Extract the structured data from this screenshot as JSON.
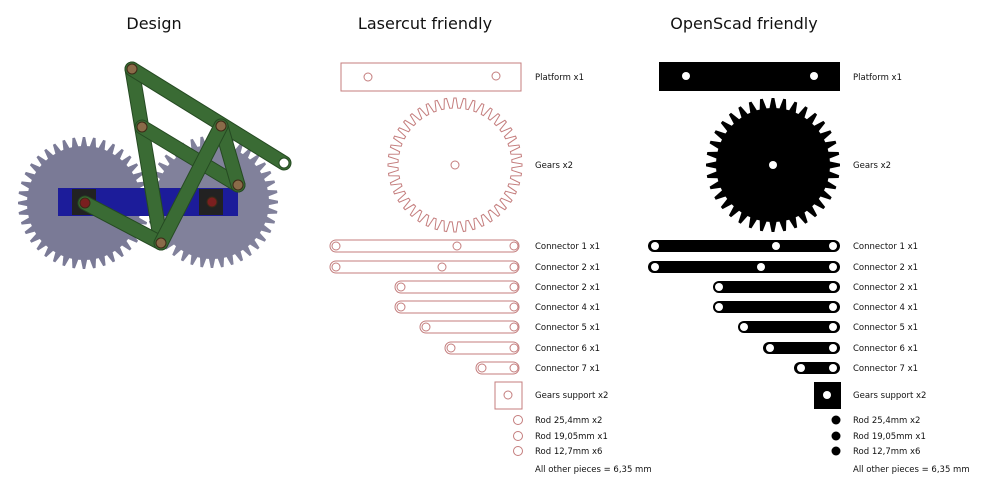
{
  "columns": {
    "design": {
      "title": "Design"
    },
    "lasercut": {
      "title": "Lasercut friendly"
    },
    "openscad": {
      "title": "OpenScad friendly"
    }
  },
  "parts": [
    {
      "key": "platform",
      "label": "Platform x1"
    },
    {
      "key": "gears",
      "label": "Gears x2"
    },
    {
      "key": "connector-1",
      "label": "Connector 1 x1"
    },
    {
      "key": "connector-2",
      "label": "Connector 2 x1"
    },
    {
      "key": "connector-2b",
      "label": "Connector 2 x1"
    },
    {
      "key": "connector-4",
      "label": "Connector 4 x1"
    },
    {
      "key": "connector-5",
      "label": "Connector 5 x1"
    },
    {
      "key": "connector-6",
      "label": "Connector 6 x1"
    },
    {
      "key": "connector-7",
      "label": "Connector 7 x1"
    },
    {
      "key": "gears-support",
      "label": "Gears support x2"
    },
    {
      "key": "rod-25",
      "label": "Rod 25,4mm x2"
    },
    {
      "key": "rod-19",
      "label": "Rod 19,05mm x1"
    },
    {
      "key": "rod-12",
      "label": "Rod 12,7mm x6"
    }
  ],
  "footnote": "All other pieces = 6,35 mm",
  "colors": {
    "gear_fill": "#7a7a96",
    "platform_blue": "#1c1c9a",
    "link_green": "#3a6b34",
    "link_green_dark": "#254a22",
    "pivot_fill": "#8a6b49",
    "outline_red": "#c47d7d",
    "solid_black": "#000000"
  }
}
